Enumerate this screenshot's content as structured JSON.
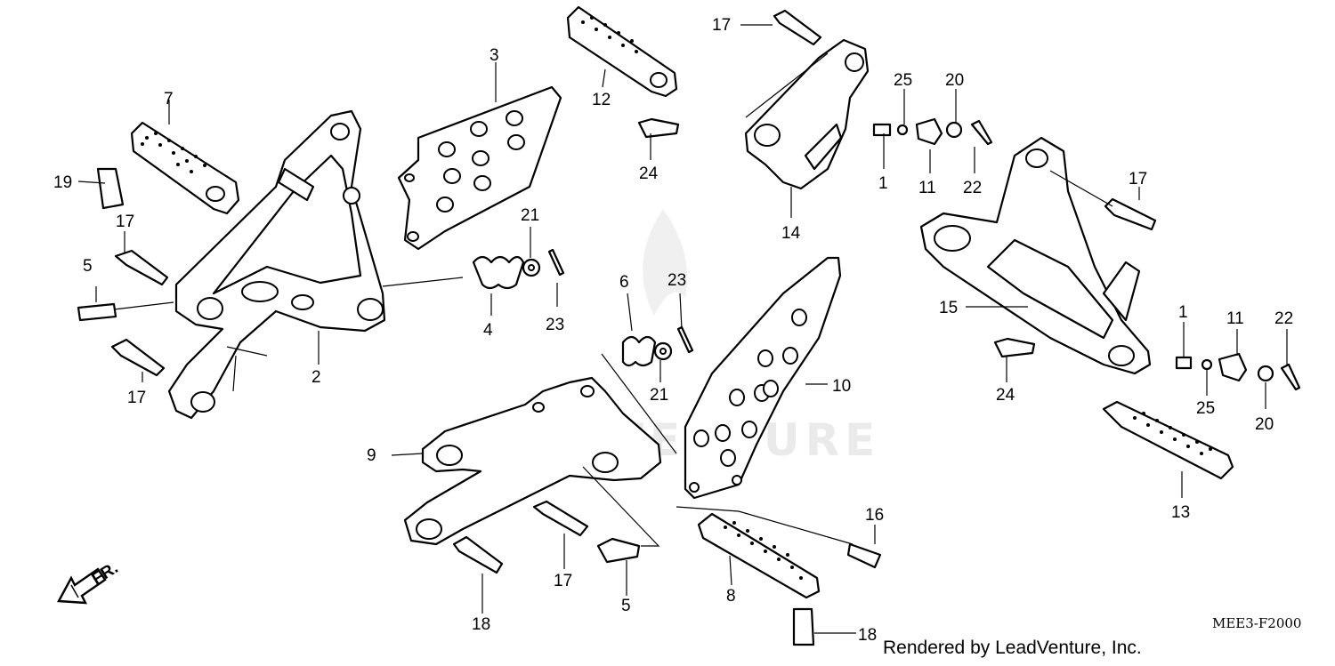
{
  "diagram_code": "MEE3-F2000",
  "credit": "Rendered by LeadVenture, Inc.",
  "watermark": "LEADVENTURE",
  "direction_label": "FR.",
  "callouts": [
    "1",
    "1",
    "2",
    "3",
    "4",
    "5",
    "5",
    "6",
    "7",
    "8",
    "9",
    "10",
    "11",
    "11",
    "12",
    "13",
    "14",
    "15",
    "16",
    "17",
    "17",
    "17",
    "17",
    "17",
    "18",
    "19",
    "20",
    "20",
    "21",
    "21",
    "22",
    "22",
    "23",
    "23",
    "24",
    "24",
    "25",
    "25"
  ]
}
